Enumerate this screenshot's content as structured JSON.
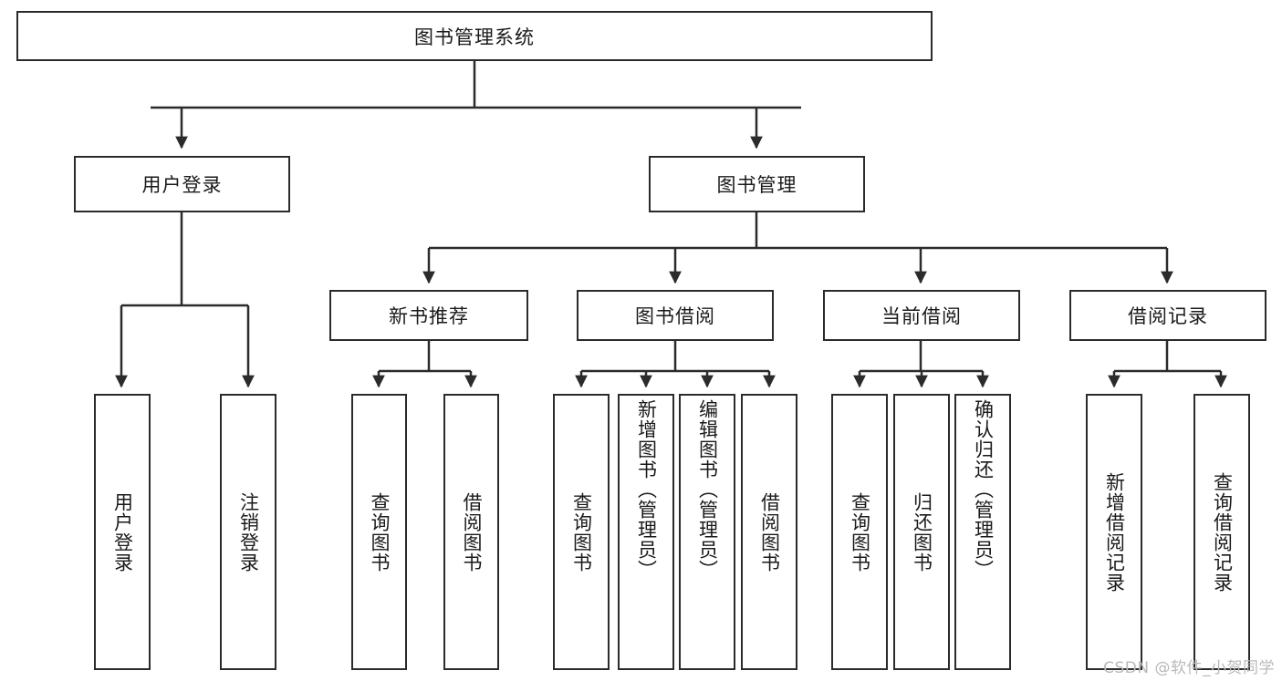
{
  "diagram": {
    "title": "图书管理系统",
    "type": "tree-hierarchy-diagram",
    "watermark": "CSDN @软件_小贺同学",
    "colors": {
      "border": "#2b2b2b",
      "text": "#1a1a1a",
      "background": "#ffffff",
      "watermark": "#b9b9b9"
    }
  },
  "nodes": {
    "root": {
      "label": "图书管理系统"
    },
    "level2": [
      {
        "id": "user-login",
        "label": "用户登录"
      },
      {
        "id": "book-management",
        "label": "图书管理"
      }
    ],
    "level3": [
      {
        "id": "new-book-recommend",
        "label": "新书推荐"
      },
      {
        "id": "book-borrow",
        "label": "图书借阅"
      },
      {
        "id": "current-borrow",
        "label": "当前借阅"
      },
      {
        "id": "borrow-record",
        "label": "借阅记录"
      }
    ],
    "leaves": {
      "user-login": [
        {
          "id": "leaf-user-login",
          "label": "用户登录"
        },
        {
          "id": "leaf-user-logout",
          "label": "注销登录"
        }
      ],
      "new-book-recommend": [
        {
          "id": "leaf-query-book-1",
          "label": "查询图书"
        },
        {
          "id": "leaf-borrow-book-1",
          "label": "借阅图书"
        }
      ],
      "book-borrow": [
        {
          "id": "leaf-query-book-2",
          "label": "查询图书"
        },
        {
          "id": "leaf-add-book",
          "label": "新增图书（管理员）"
        },
        {
          "id": "leaf-edit-book",
          "label": "编辑图书（管理员）"
        },
        {
          "id": "leaf-borrow-book-2",
          "label": "借阅图书"
        }
      ],
      "current-borrow": [
        {
          "id": "leaf-query-book-3",
          "label": "查询图书"
        },
        {
          "id": "leaf-return-book",
          "label": "归还图书"
        },
        {
          "id": "leaf-confirm-return",
          "label": "确认归还（管理员）"
        }
      ],
      "borrow-record": [
        {
          "id": "leaf-add-record",
          "label": "新增借阅记录"
        },
        {
          "id": "leaf-query-record",
          "label": "查询借阅记录"
        }
      ]
    }
  }
}
